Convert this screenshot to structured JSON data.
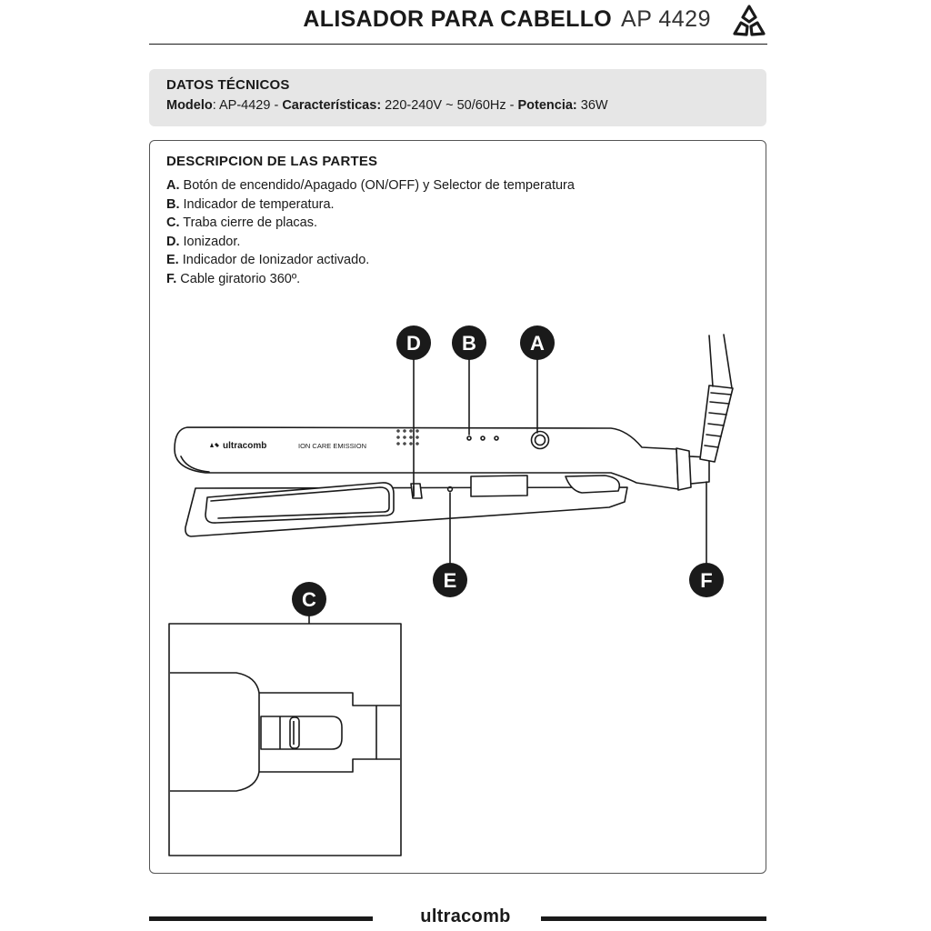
{
  "header": {
    "title": "ALISADOR PARA CABELLO",
    "model": "AP 4429",
    "logo_icon": "ultracomb-trefoil-icon"
  },
  "tech": {
    "heading": "DATOS TÉCNICOS",
    "model_label": "Modelo",
    "model_value": ": AP-4429 - ",
    "features_label": "Características:",
    "features_value": " 220-240V ~ 50/60Hz - ",
    "power_label": "Potencia:",
    "power_value": " 36W"
  },
  "parts": {
    "heading": "DESCRIPCION DE LAS PARTES",
    "items": [
      {
        "letter": "A.",
        "text": " Botón de encendido/Apagado (ON/OFF) y Selector de temperatura"
      },
      {
        "letter": "B.",
        "text": " Indicador de temperatura."
      },
      {
        "letter": "C.",
        "text": " Traba cierre de placas."
      },
      {
        "letter": "D.",
        "text": " Ionizador."
      },
      {
        "letter": "E.",
        "text": " Indicador de Ionizador activado."
      },
      {
        "letter": "F.",
        "text": " Cable giratorio 360º."
      }
    ]
  },
  "device": {
    "brand": "ultracomb",
    "ion_label": "ION CARE EMISSION"
  },
  "callouts": {
    "a": "A",
    "b": "B",
    "c": "C",
    "d": "D",
    "e": "E",
    "f": "F"
  },
  "footer": {
    "brand": "ultracomb"
  }
}
